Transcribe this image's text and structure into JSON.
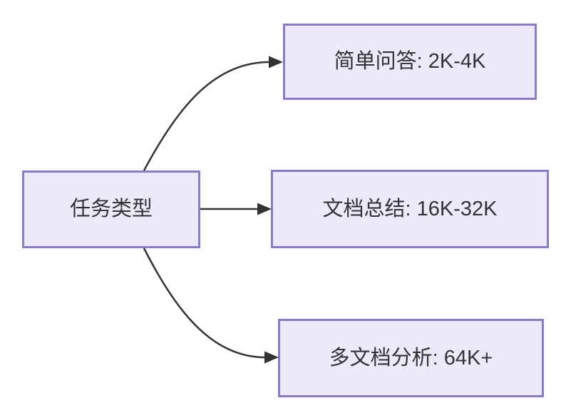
{
  "diagram": {
    "type": "flowchart-left-to-right",
    "root": {
      "id": "task-type",
      "label": "任务类型"
    },
    "nodes": [
      {
        "id": "simple-qa",
        "label": "简单问答: 2K-4K"
      },
      {
        "id": "doc-summary",
        "label": "文档总结: 16K-32K"
      },
      {
        "id": "multi-doc",
        "label": "多文档分析: 64K+"
      }
    ],
    "edges": [
      {
        "from": "task-type",
        "to": "simple-qa"
      },
      {
        "from": "task-type",
        "to": "doc-summary"
      },
      {
        "from": "task-type",
        "to": "multi-doc"
      }
    ],
    "colors": {
      "background": "#FFFFFF",
      "node_fill": "#ECEAF9",
      "node_border": "#8C78CD",
      "arrow": "#333333",
      "text": "#333333"
    }
  }
}
